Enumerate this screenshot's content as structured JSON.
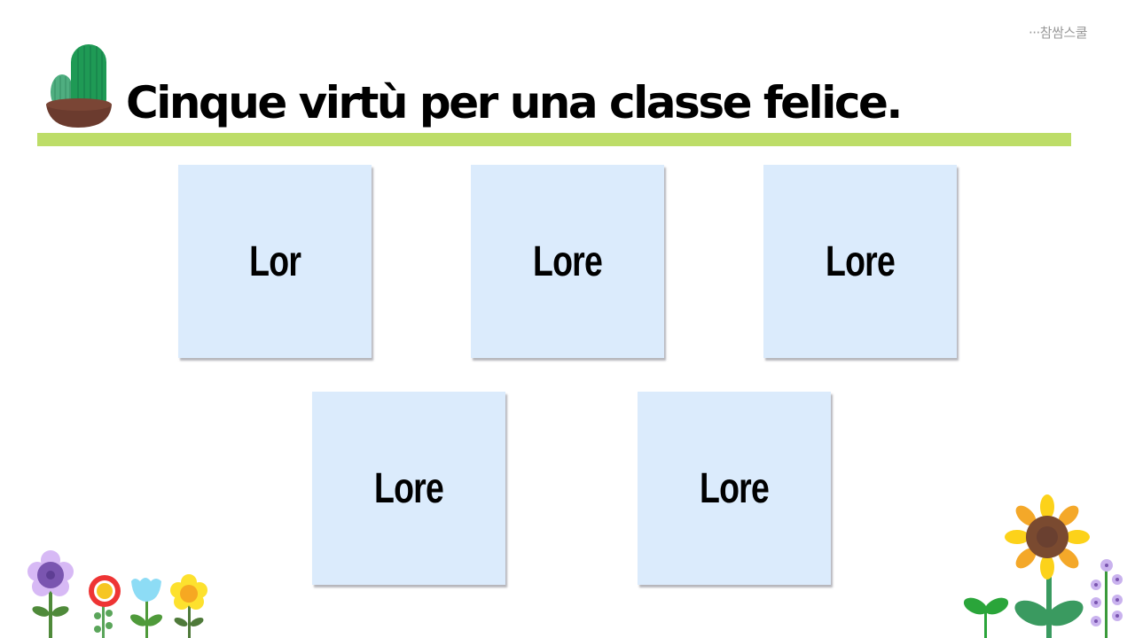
{
  "logo": {
    "text": "···참쌈스쿨"
  },
  "title": "Cinque virtù per una classe felice.",
  "colors": {
    "accent_rule": "#bddd68",
    "card_bg": "#dbebfc",
    "title_text": "#000000"
  },
  "cards": [
    {
      "label": "Lor"
    },
    {
      "label": "Lore"
    },
    {
      "label": "Lore"
    },
    {
      "label": "Lore"
    },
    {
      "label": "Lore"
    }
  ],
  "icons": {
    "cactus": "cactus-pot-icon",
    "flowers_left": [
      "purple-flower-icon",
      "red-flower-icon",
      "blue-tulip-icon",
      "yellow-flower-icon"
    ],
    "flowers_right": [
      "sprout-icon",
      "sunflower-icon",
      "lavender-bellflower-icon"
    ]
  }
}
